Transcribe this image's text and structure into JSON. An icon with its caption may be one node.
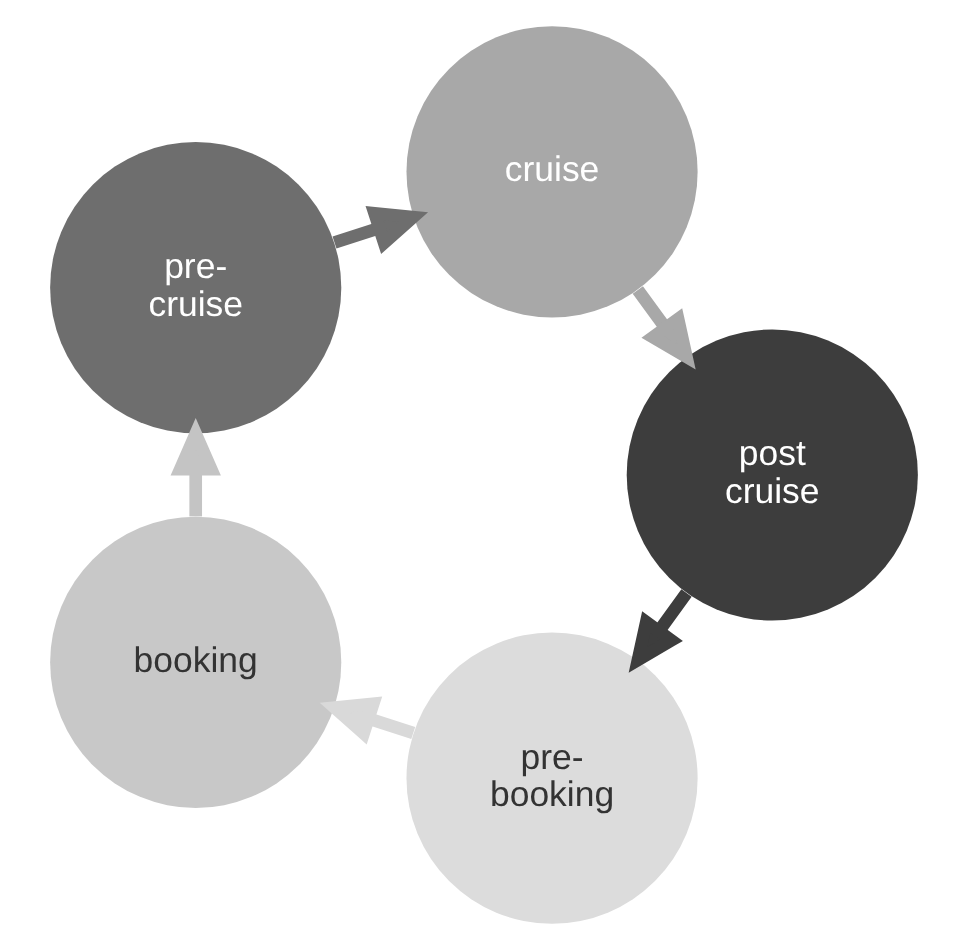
{
  "diagram": {
    "nodes": [
      {
        "text": [
          "pre- booking"
        ]
      },
      {
        "text": [
          "booking"
        ]
      },
      {
        "text": [
          "pre- cruise"
        ]
      },
      {
        "text": [
          "cruise"
        ]
      },
      {
        "text": [
          "post cruise"
        ]
      }
    ],
    "edges": [
      {
        "from": 0,
        "to": 1,
        "arrow": "to",
        "color": "#d9d9d9"
      },
      {
        "from": 1,
        "to": 2,
        "arrow": "to",
        "color": "#c4c4c4"
      },
      {
        "from": 2,
        "to": 3,
        "arrow": "to",
        "color": "#6e6e6e"
      },
      {
        "from": 3,
        "to": 4,
        "arrow": "to",
        "color": "#a8a8a8"
      },
      {
        "from": 4,
        "to": 0,
        "arrow": "to",
        "color": "#3d3d3d"
      }
    ]
  }
}
